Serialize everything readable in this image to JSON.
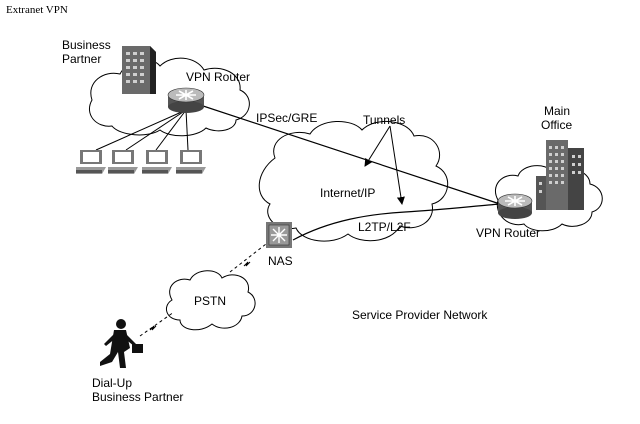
{
  "title": "Extranet VPN",
  "labels": {
    "business_partner_line1": "Business",
    "business_partner_line2": "Partner",
    "vpn_router_left": "VPN Router",
    "ipsec_gre": "IPSec/GRE",
    "tunnels": "Tunnels",
    "main_office_line1": "Main",
    "main_office_line2": "Office",
    "internet_ip": "Internet/IP",
    "l2tp_l2f": "L2TP/L2F",
    "vpn_router_right": "VPN Router",
    "nas": "NAS",
    "pstn": "PSTN",
    "service_provider_network": "Service Provider Network",
    "dialup_line1": "Dial-Up",
    "dialup_line2": "Business Partner"
  },
  "icons": [
    "building-icon",
    "router-icon",
    "workstation-icon",
    "nas-icon",
    "person-icon"
  ]
}
